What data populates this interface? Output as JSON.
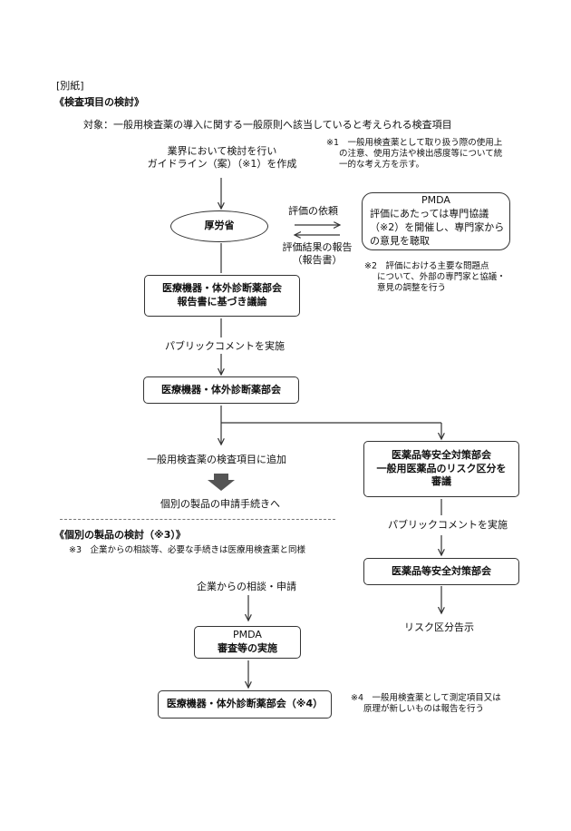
{
  "header": {
    "attachment_label": "[別紙]",
    "section1_title": "《検査項目の検討》",
    "subject_line": "対象：一般用検査薬の導入に関する一般原則へ該当していると考えられる検査項目"
  },
  "flow1": {
    "industry_line1": "業界において検討を行い",
    "industry_line2": "ガイドライン（案）（※1）を作成",
    "mhlw": "厚労省",
    "request_eval": "評価の依頼",
    "report_result_line1": "評価結果の報告",
    "report_result_line2": "（報告書）",
    "pmda_title": "PMDA",
    "pmda_line1": "評価にあたっては専門協議",
    "pmda_line2": "（※2）を開催し、専門家から",
    "pmda_line3": "の意見を聴取",
    "committee_report_line1": "医療機器・体外診断薬部会",
    "committee_report_line2": "報告書に基づき議論",
    "public_comment": "パブリックコメントを実施",
    "committee": "医療機器・体外診断薬部会",
    "add_items": "一般用検査薬の検査項目に追加",
    "procedure": "個別の製品の申請手続きへ"
  },
  "notes": {
    "note1_line1": "※1　一般用検査薬として取り扱う際の使用上",
    "note1_line2": "の注意、使用方法や検出感度等について統",
    "note1_line3": "一的な考え方を示す。",
    "note2_line1": "※2　評価における主要な問題点",
    "note2_line2": "について、外部の専門家と協議・",
    "note2_line3": "意見の調整を行う",
    "note3": "※3　企業からの相談等、必要な手続きは医療用検査薬と同様",
    "note4_line1": "※4　一般用検査薬として測定項目又は",
    "note4_line2": "原理が新しいものは報告を行う"
  },
  "flow2": {
    "safety_committee_line1": "医薬品等安全対策部会",
    "safety_committee_line2": "一般用医薬品のリスク区分を",
    "safety_committee_line3": "審議",
    "public_comment": "パブリックコメントを実施",
    "safety_committee": "医薬品等安全対策部会",
    "risk_notice": "リスク区分告示"
  },
  "section2": {
    "title": "《個別の製品の検討（※3）》",
    "consult": "企業からの相談・申請",
    "pmda_title": "PMDA",
    "pmda_review": "審査等の実施",
    "committee_final": "医療機器・体外診断薬部会（※4）"
  }
}
